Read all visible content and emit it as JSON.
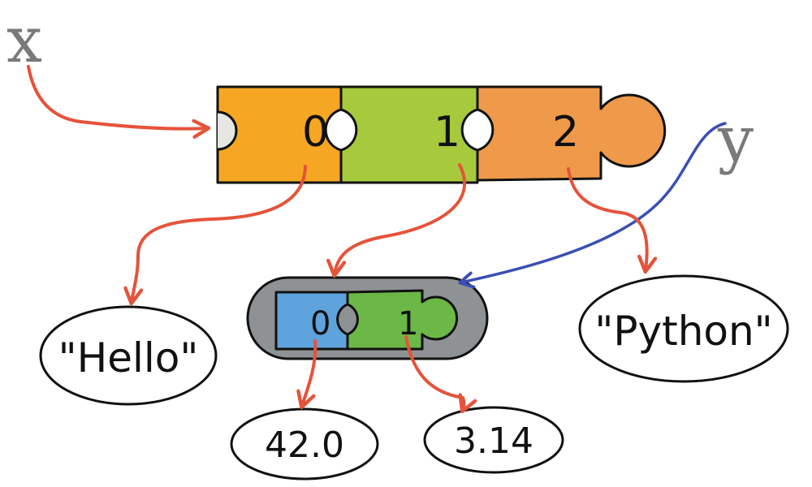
{
  "variables": {
    "x_label": "x",
    "y_label": "y"
  },
  "outer_list": {
    "indices": [
      "0",
      "1",
      "2"
    ],
    "colors": [
      "#f5a623",
      "#a7c93c",
      "#ee9a4a"
    ],
    "hole_color": "#e6e6e2"
  },
  "inner_list": {
    "indices": [
      "0",
      "1"
    ],
    "colors": [
      "#5fa3dc",
      "#6cb846"
    ],
    "frame_color": "#8e9294"
  },
  "values": {
    "hello": "\"Hello\"",
    "python": "\"Python\"",
    "float_a": "42.0",
    "float_b": "3.14"
  },
  "arrow_colors": {
    "reference": "#e5533a",
    "y_reference": "#3a4fb3"
  }
}
